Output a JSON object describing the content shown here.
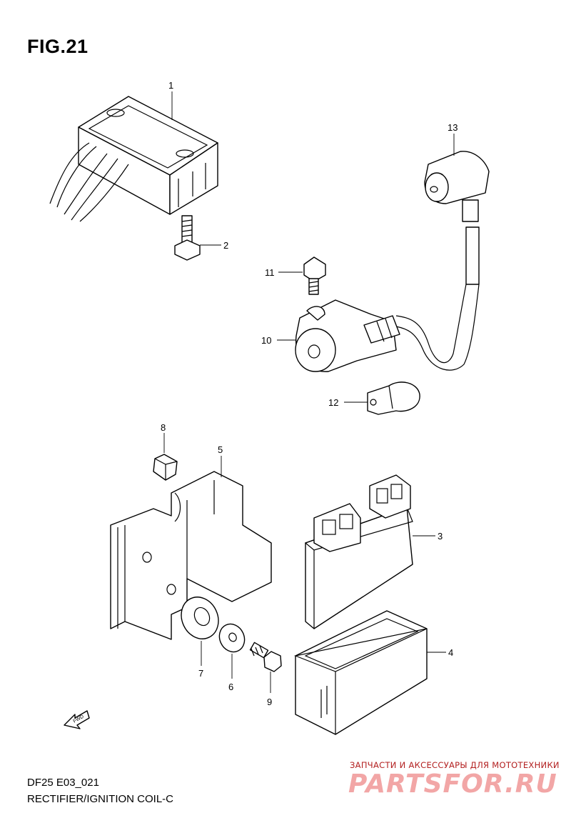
{
  "figure": {
    "title": "FIG.21"
  },
  "footer": {
    "code": "DF25 E03_021",
    "name": "RECTIFIER/IGNITION COIL-C"
  },
  "fwd_label": "FWD",
  "callouts": [
    "1",
    "2",
    "3",
    "4",
    "5",
    "6",
    "7",
    "8",
    "9",
    "10",
    "11",
    "12",
    "13"
  ],
  "watermark": {
    "caption": "ЗАПЧАСТИ И АКСЕССУАРЫ ДЛЯ МОТОТЕХНИКИ",
    "logo": "PARTSFOR.RU"
  }
}
